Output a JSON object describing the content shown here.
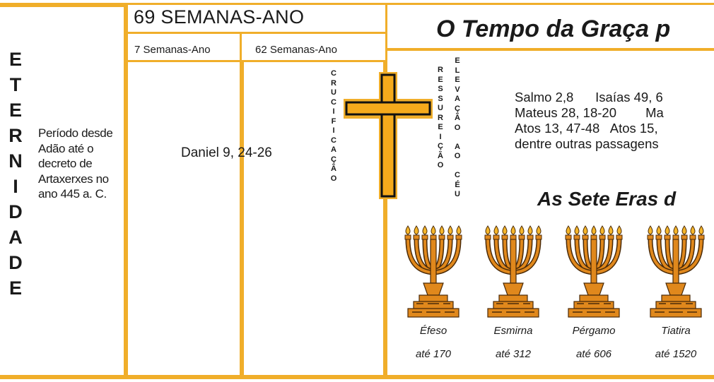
{
  "eternidade": [
    "E",
    "T",
    "E",
    "R",
    "N",
    "I",
    "D",
    "A",
    "D",
    "E"
  ],
  "periodo_desde": [
    "Período desde",
    "Adão até o",
    "decreto de",
    "Artaxerxes no",
    "ano 445 a. C."
  ],
  "semanas_title": "69 SEMANAS-ANO",
  "sub_7": "7 Semanas-Ano",
  "sub_62": "62 Semanas-Ano",
  "daniel": "Daniel 9, 24-26",
  "crucificacao": [
    "C",
    "R",
    "U",
    "C",
    "I",
    "F",
    "I",
    "C",
    "A",
    "Ç",
    "Ã",
    "O"
  ],
  "ressurreicao": [
    "R",
    "E",
    "S",
    "S",
    "U",
    "R",
    "E",
    "I",
    "Ç",
    "Ã",
    "O"
  ],
  "elevacao": [
    "E",
    "L",
    "E",
    "V",
    "A",
    "Ç",
    "Ã",
    "O",
    "",
    "A",
    "O",
    "",
    "C",
    "É",
    "U"
  ],
  "tempo_graca": "O Tempo da Graça p",
  "refs": [
    "Salmo 2,8      Isaías 49, 6",
    "Mateus 28, 18-20        Ma",
    "Atos 13, 47-48   Atos 15,",
    "dentre outras passagens"
  ],
  "sete_eras": "As Sete Eras d",
  "churches": [
    {
      "name": "Éfeso",
      "until": "até 170"
    },
    {
      "name": "Esmirna",
      "until": "até 312"
    },
    {
      "name": "Pérgamo",
      "until": "até 606"
    },
    {
      "name": "Tiatira",
      "until": "até 1520"
    }
  ],
  "colors": {
    "frame": "#f0ae2a",
    "cross": "#f5aa1c",
    "menorah": "#e0881c"
  }
}
